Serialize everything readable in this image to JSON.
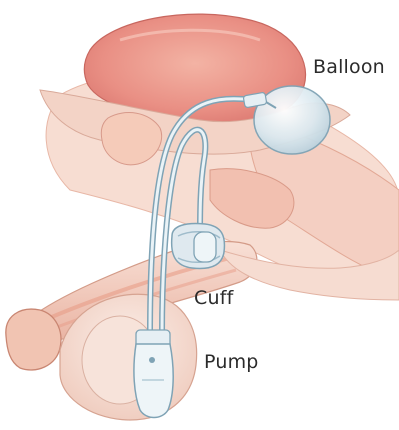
{
  "labels": {
    "balloon": "Balloon",
    "cuff": "Cuff",
    "pump": "Pump"
  },
  "colors": {
    "tissue_light": "#f6d8cc",
    "tissue_mid": "#f0b9a6",
    "tissue_dark": "#e58f80",
    "bladder": "#e8887f",
    "device_fill": "#e4eef3",
    "device_stroke": "#7fa3b5",
    "label_text": "#2b2b2b"
  }
}
